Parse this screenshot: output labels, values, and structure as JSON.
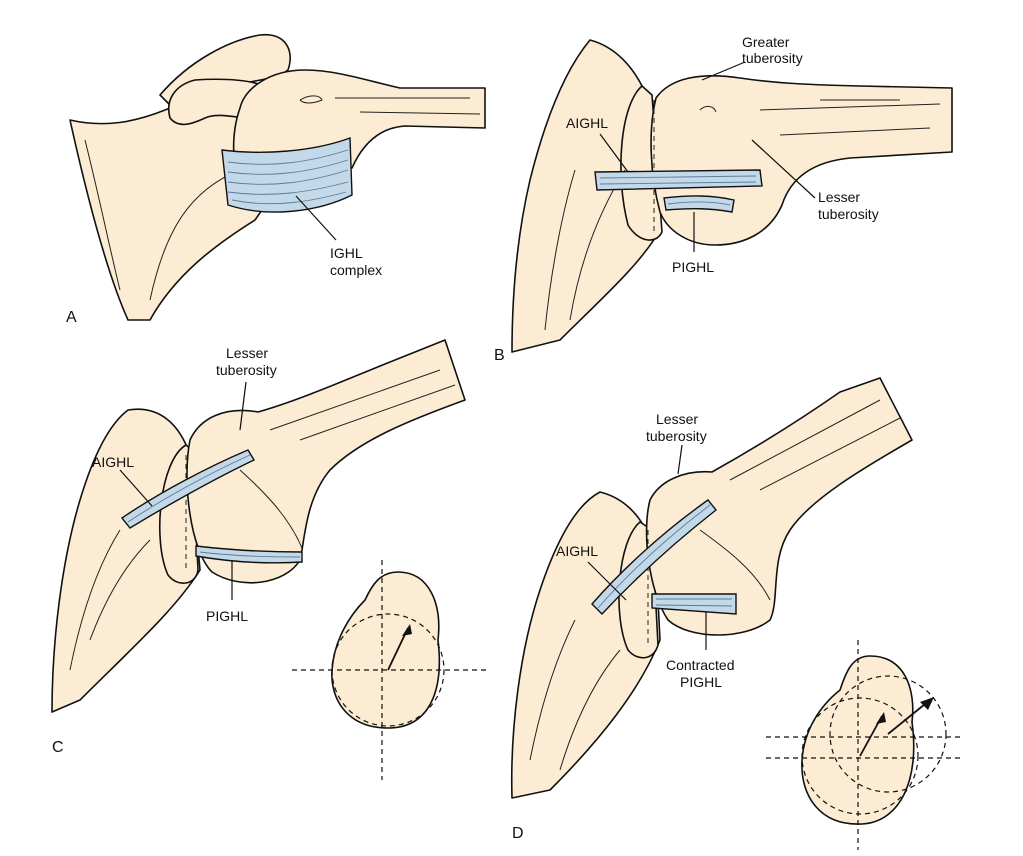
{
  "panels": {
    "a": {
      "letter": "A",
      "labels": {
        "ighl": [
          "IGHL",
          "complex"
        ]
      }
    },
    "b": {
      "letter": "B",
      "labels": {
        "greater": [
          "Greater",
          "tuberosity"
        ],
        "aighl": "AIGHL",
        "lesser": [
          "Lesser",
          "tuberosity"
        ],
        "pighl": "PIGHL"
      }
    },
    "c": {
      "letter": "C",
      "labels": {
        "lesser": [
          "Lesser",
          "tuberosity"
        ],
        "aighl": "AIGHL",
        "pighl": "PIGHL"
      }
    },
    "d": {
      "letter": "D",
      "labels": {
        "lesser": [
          "Lesser",
          "tuberosity"
        ],
        "aighl": "AIGHL",
        "contracted": [
          "Contracted",
          "PIGHL"
        ]
      }
    }
  },
  "colors": {
    "bone": "#fcecd3",
    "ligament": "#c3d8e8",
    "outline": "#111111"
  }
}
